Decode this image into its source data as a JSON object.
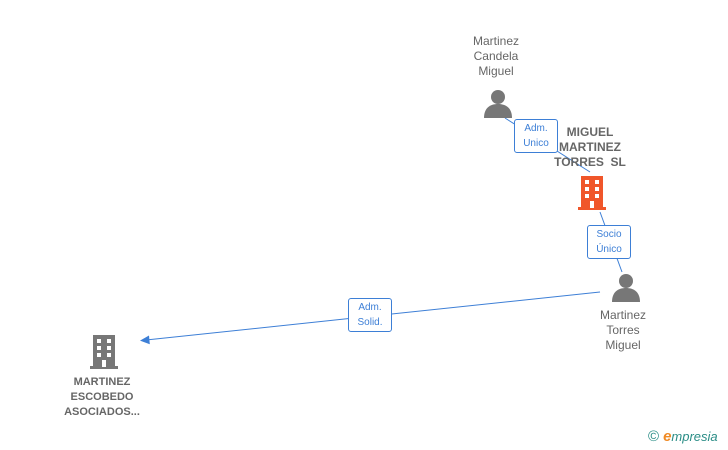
{
  "nodes": {
    "candela": {
      "lines": [
        "Martinez",
        "Candela",
        "Miguel"
      ],
      "kind": "person",
      "color": "#777777"
    },
    "company_main": {
      "lines": [
        "MIGUEL",
        "MARTINEZ",
        "TORRES  SL"
      ],
      "kind": "company",
      "color": "#f0562a"
    },
    "torres": {
      "lines": [
        "Martinez",
        "Torres",
        "Miguel"
      ],
      "kind": "person",
      "color": "#777777"
    },
    "escobedo": {
      "lines": [
        "MARTINEZ",
        "ESCOBEDO",
        "ASOCIADOS..."
      ],
      "kind": "company",
      "color": "#777777"
    }
  },
  "edges": {
    "adm_unico": {
      "lines": [
        "Adm.",
        "Unico"
      ]
    },
    "socio_unico": {
      "lines": [
        "Socio",
        "Único"
      ]
    },
    "adm_solid": {
      "lines": [
        "Adm.",
        "Solid."
      ]
    }
  },
  "brand": {
    "copyright": "©",
    "e": "e",
    "rest": "mpresia"
  },
  "colors": {
    "edge": "#3d7fd6",
    "person": "#777777",
    "company_highlight": "#f0562a",
    "company": "#777777"
  }
}
